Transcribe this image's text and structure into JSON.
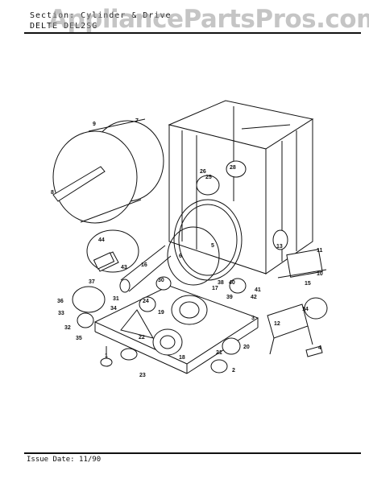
{
  "header": {
    "line1": "Section: Cylinder & Drive",
    "line2": "DELTE DEL2SG"
  },
  "watermark": "AppliancePartsPros.com",
  "footer": "Issue Date: 11/90",
  "callouts": [
    "1",
    "2",
    "3",
    "4",
    "5",
    "6",
    "7",
    "8",
    "9",
    "10",
    "11",
    "12",
    "13",
    "14",
    "15",
    "16",
    "17",
    "18",
    "19",
    "20",
    "21",
    "22",
    "23",
    "24",
    "25",
    "26",
    "28",
    "30",
    "31",
    "32",
    "33",
    "34",
    "35",
    "36",
    "37",
    "38",
    "39",
    "40",
    "41",
    "42",
    "43",
    "44"
  ]
}
